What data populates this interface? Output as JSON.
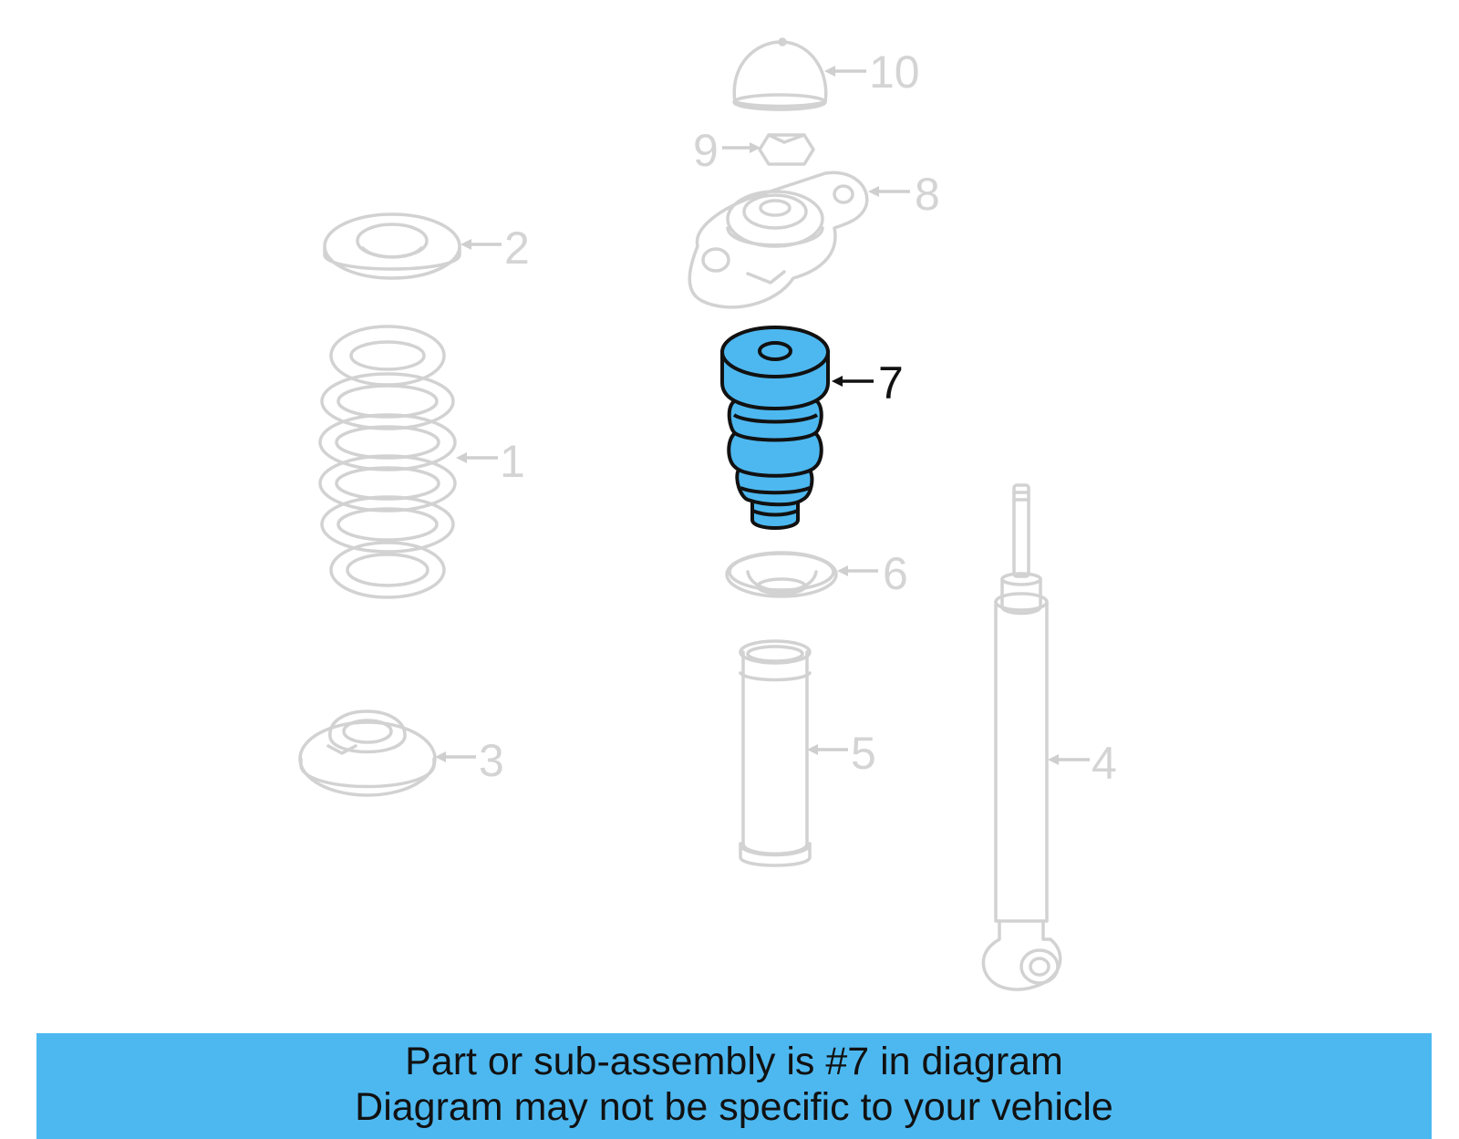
{
  "diagram": {
    "callouts": {
      "p1": "1",
      "p2": "2",
      "p3": "3",
      "p4": "4",
      "p5": "5",
      "p6": "6",
      "p7": "7",
      "p8": "8",
      "p9": "9",
      "p10": "10"
    },
    "highlighted_part": "7",
    "highlight_color": "#4db8f0",
    "dim_color": "#d2d2d2"
  },
  "notice": {
    "line1": "Part or sub-assembly is #7 in diagram",
    "line2": "Diagram may not be specific to your vehicle",
    "background": "#4db8f0"
  }
}
